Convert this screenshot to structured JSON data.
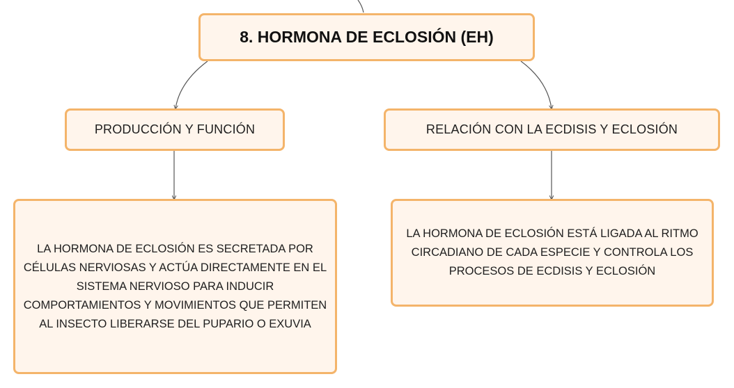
{
  "diagram": {
    "root": {
      "label": "8. HORMONA DE ECLOSIÓN (EH)"
    },
    "branches": [
      {
        "label": "PRODUCCIÓN Y FUNCIÓN",
        "detail": "LA HORMONA DE ECLOSIÓN ES SECRETADA POR CÉLULAS NERVIOSAS Y ACTÚA DIRECTAMENTE EN EL SISTEMA NERVIOSO PARA INDUCIR COMPORTAMIENTOS Y MOVIMIENTOS QUE PERMITEN AL INSECTO LIBERARSE DEL PUPARIO O EXUVIA"
      },
      {
        "label": "RELACIÓN CON LA ECDISIS Y ECLOSIÓN",
        "detail": "LA HORMONA DE ECLOSIÓN ESTÁ LIGADA AL RITMO CIRCADIANO DE CADA ESPECIE Y CONTROLA LOS PROCESOS DE ECDISIS Y ECLOSIÓN"
      }
    ]
  },
  "colors": {
    "node_fill": "#fff5ec",
    "node_border": "#f4b46a",
    "connector": "#555555",
    "text": "#1f1f1f"
  }
}
